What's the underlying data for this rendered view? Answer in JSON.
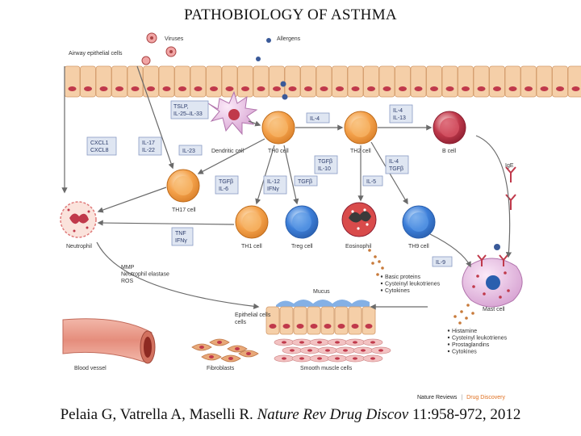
{
  "title": "PATHOBIOLOGY OF ASTHMA",
  "labels": {
    "viruses": "Viruses",
    "allergens": "Allergens",
    "airway_epithelial_cells": "Airway epithelial cells",
    "dendritic_cell": "Dendritic cell",
    "th0_cell": "TH0 cell",
    "th2_cell": "TH2 cell",
    "b_cell": "B cell",
    "th17_cell": "TH17 cell",
    "th1_cell": "TH1 cell",
    "treg_cell": "Treg cell",
    "eosinophil": "Eosinophil",
    "th9_cell": "TH9 cell",
    "neutrophil": "Neutrophil",
    "mast_cell": "Mast cell",
    "mucus": "Mucus",
    "epithelial_cells": "Epithelial cells",
    "blood_vessel": "Blood vessel",
    "fibroblasts": "Fibroblasts",
    "smooth_muscle_cells": "Smooth muscle cells",
    "ige": "IgE"
  },
  "boxes": {
    "tslp": "TSLP,",
    "il25_il33": "IL-25–IL-33",
    "il4_a": "IL-4",
    "il4_il13_1": "IL-4",
    "il4_il13_2": "IL-13",
    "cxcl1": "CXCL1",
    "cxcl8": "CXCL8",
    "il17": "IL-17",
    "il22": "IL-22",
    "il23": "IL-23",
    "tgfb_il10_1": "TGFβ",
    "tgfb_il10_2": "IL-10",
    "il4_tgfb_1": "IL-4",
    "il4_tgfb_2": "TGFβ",
    "tgfb_il6_1": "TGFβ",
    "tgfb_il6_2": "IL-6",
    "il12_ifng_1": "IL-12",
    "il12_ifng_2": "IFNγ",
    "tgfb_b": "TGFβ",
    "il5": "IL-5",
    "tnf": "TNF",
    "ifng": "IFNγ",
    "il9": "IL-9"
  },
  "lists": {
    "neutrophil_products": [
      "MMP",
      "Neutrophil elastase",
      "ROS"
    ],
    "eosinophil_products": [
      "Basic proteins",
      "Cysteinyl leukotrienes",
      "Cytokines"
    ],
    "mast_cell_products": [
      "Histamine",
      "Cysteinyl leukotrienes",
      "Prostaglandins",
      "Cytokines"
    ]
  },
  "source": {
    "journal": "Nature Reviews",
    "section": "Drug Discovery"
  },
  "citation": {
    "authors": "Pelaia G, Vatrella A, Maselli R.",
    "journal": "Nature Rev Drug Discov",
    "reference": "11:958-972, 2012"
  },
  "colors": {
    "epithelium": "#f5cfa8",
    "nucleus": "#c0394b",
    "box_fill": "#dfe6f2",
    "box_stroke": "#8a9cc4",
    "arrow": "#6a6a6a",
    "th_cell": "#f4a14a",
    "b_cell": "#c0394b",
    "treg_cell": "#3d7fd9",
    "dendritic": "#c98ac3",
    "mast_cell": "#c98ac3",
    "granule": "#c87a3a",
    "mucus": "#4a7fc0"
  }
}
